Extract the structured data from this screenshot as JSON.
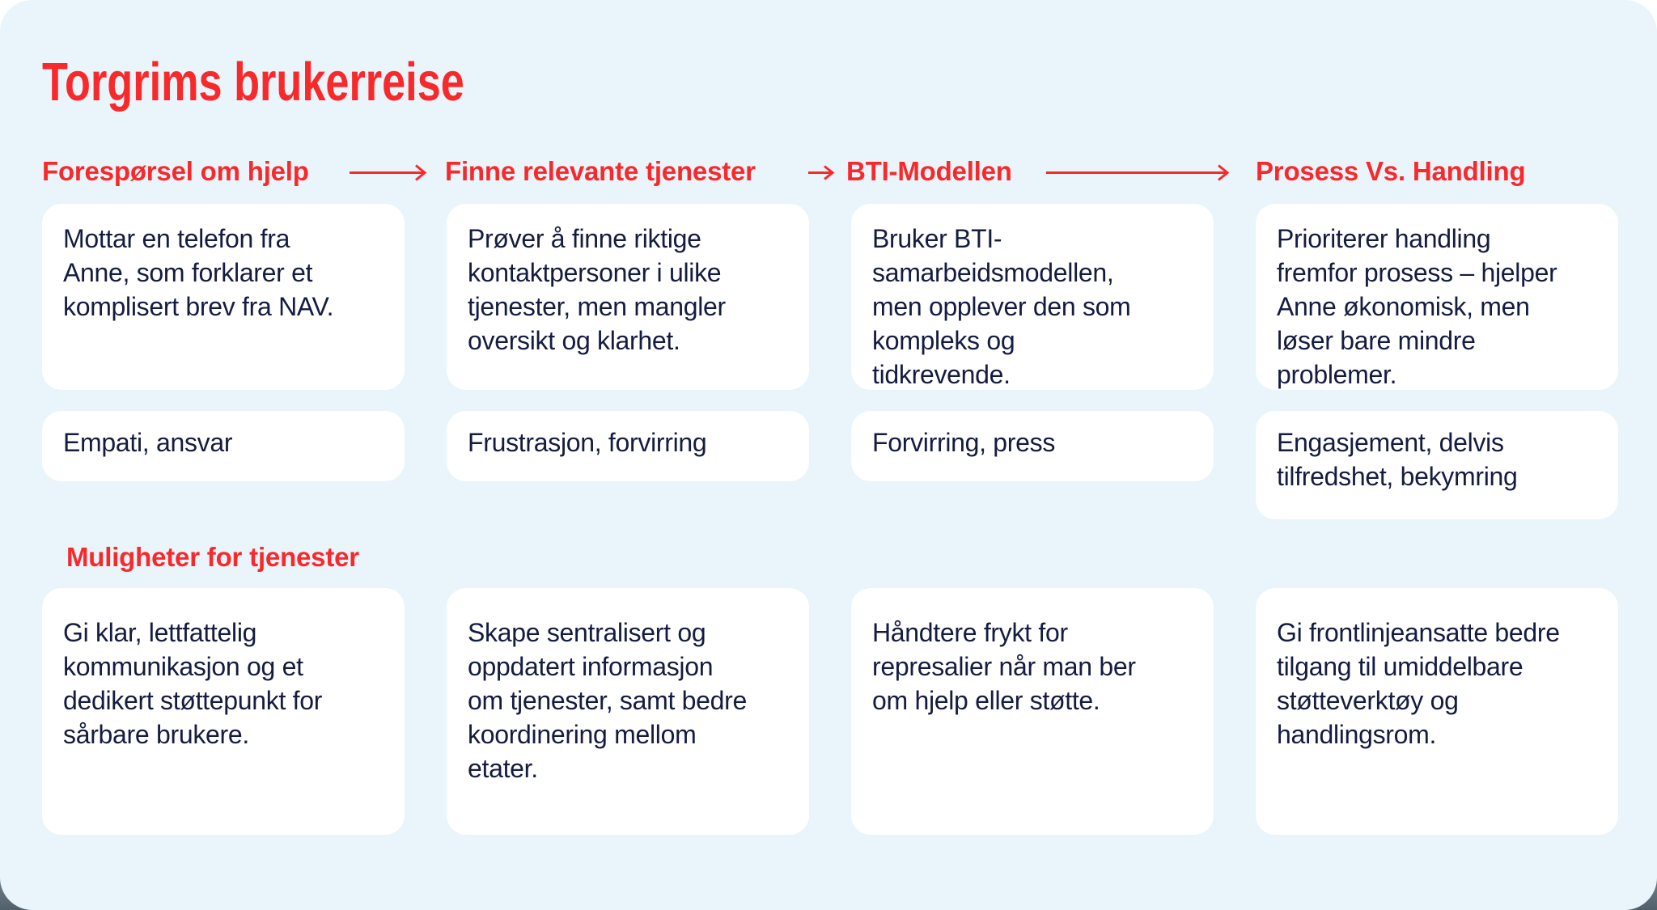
{
  "page": {
    "title": "Torgrims brukerreise",
    "section2_title": "Muligheter for tjenester"
  },
  "colors": {
    "accent_red": "#F8292B",
    "text_navy": "#141C40",
    "panel_blue": "#E9F4FB",
    "card_white": "#FFFFFF"
  },
  "columns": [
    {
      "header": "Forespørsel om hjelp",
      "experience": "Mottar en telefon fra\nAnne, som forklarer et\nkomplisert brev fra NAV.",
      "emotions": "Empati, ansvar",
      "opportunity": "Gi klar, lettfattelig\nkommunikasjon og et\ndedikert støttepunkt for\nsårbare brukere."
    },
    {
      "header": "Finne relevante tjenester",
      "experience": "Prøver å finne riktige\nkontaktpersoner i ulike\ntjenester, men mangler\noversikt og klarhet.",
      "emotions": "Frustrasjon, forvirring",
      "opportunity": "Skape sentralisert og\noppdatert informasjon\nom tjenester, samt bedre\nkoordinering mellom\netater."
    },
    {
      "header": "BTI-Modellen",
      "experience": "Bruker BTI-\nsamarbeidsmodellen,\nmen opplever den som\nkompleks og\ntidkrevende.",
      "emotions": "Forvirring, press",
      "opportunity": "Håndtere frykt for\nrepresalier når man ber\nom hjelp eller støtte."
    },
    {
      "header": "Prosess Vs. Handling",
      "experience": "Prioriterer handling\nfremfor prosess – hjelper\nAnne økonomisk, men\nløser bare mindre\nproblemer.",
      "emotions": "Engasjement, delvis\ntilfredshet, bekymring",
      "opportunity": "Gi frontlinjeansatte bedre\ntilgang til umiddelbare\nstøtteverktøy og\nhandlingsrom."
    }
  ]
}
